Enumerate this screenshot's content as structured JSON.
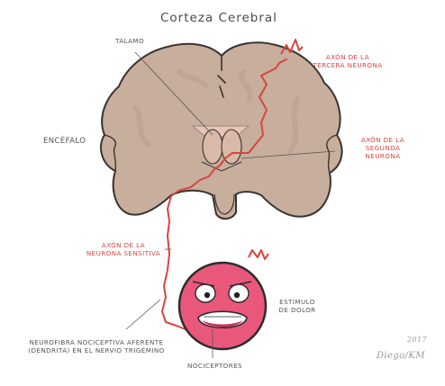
{
  "title": "Corteza Cerebral",
  "labels": {
    "talamo": "Tálamo",
    "encefalo": "Encéfalo",
    "axon_tercera": [
      "Axón de la",
      "tercera neurona"
    ],
    "axon_segunda": [
      "Axón de la",
      "segunda",
      "neurona"
    ],
    "axon_sensitiva": [
      "Axón de la",
      "neurona sensitiva"
    ],
    "estimulo": [
      "Estímulo",
      "de dolor"
    ],
    "neurofibra": [
      "Neurofibra nociceptiva aferente",
      "(dendrita) en el nervio trigémino"
    ],
    "nociceptores": "Nociceptores"
  },
  "signature": {
    "year": "2017",
    "author": "Diego/KM"
  },
  "colors": {
    "brain": "#c7ae9d",
    "brain_outline": "#3a3330",
    "neuron_red": "#d8453e",
    "face": "#e9577a",
    "label_dark": "#555555"
  }
}
